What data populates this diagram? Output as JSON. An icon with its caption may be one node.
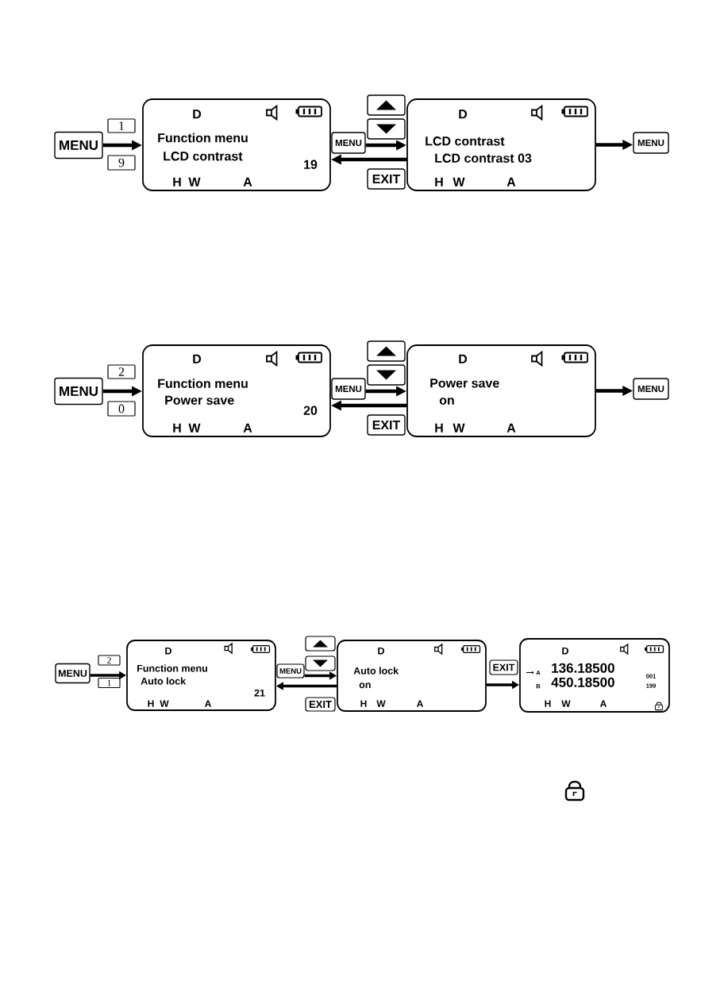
{
  "diagram": {
    "nodes": [
      {
        "text": [
          "MENU"
        ]
      },
      {
        "text": [
          "1"
        ]
      },
      {
        "text": [
          "9"
        ]
      },
      {
        "text": [
          "D",
          "Function menu",
          "LCD contrast",
          "19",
          "H",
          "W",
          "A"
        ]
      },
      {
        "text": [
          "MENU"
        ]
      },
      {
        "text": [],
        "shape": "box"
      },
      {
        "text": [],
        "shape": "box"
      },
      {
        "text": [
          "EXIT"
        ]
      },
      {
        "text": [
          "D",
          "LCD contrast",
          "LCD contrast 03",
          "H",
          "W",
          "A"
        ]
      },
      {
        "text": [
          "MENU"
        ]
      },
      {
        "text": [
          "MENU"
        ]
      },
      {
        "text": [
          "2"
        ]
      },
      {
        "text": [
          "0"
        ]
      },
      {
        "text": [
          "D",
          "Function menu",
          "Power save",
          "20",
          "H",
          "W",
          "A"
        ]
      },
      {
        "text": [
          "MENU"
        ]
      },
      {
        "text": [],
        "shape": "box"
      },
      {
        "text": [],
        "shape": "box"
      },
      {
        "text": [
          "EXIT"
        ]
      },
      {
        "text": [
          "D",
          "Power save",
          "on",
          "H",
          "W",
          "A"
        ]
      },
      {
        "text": [
          "MENU"
        ]
      },
      {
        "text": [
          "MENU"
        ]
      },
      {
        "text": [
          "2"
        ]
      },
      {
        "text": [
          "1"
        ]
      },
      {
        "text": [
          "D",
          "Function menu",
          "Auto lock",
          "21",
          "H",
          "W",
          "A"
        ]
      },
      {
        "text": [
          "MENU"
        ]
      },
      {
        "text": [],
        "shape": "box"
      },
      {
        "text": [],
        "shape": "box"
      },
      {
        "text": [
          "EXIT"
        ]
      },
      {
        "text": [
          "D",
          "Auto lock",
          "on",
          "H",
          "W",
          "A"
        ]
      },
      {
        "text": [
          "EXIT"
        ]
      },
      {
        "text": [
          "D",
          "A",
          "136.18500",
          "001",
          "B",
          "450.18500",
          "199",
          "H",
          "W",
          "A"
        ]
      }
    ],
    "edges": [
      {
        "from": 0,
        "to": 3,
        "arrow": "to"
      },
      {
        "from": 4,
        "to": 8,
        "arrow": "to"
      },
      {
        "from": 8,
        "to": 3,
        "arrow": "to"
      },
      {
        "from": 8,
        "to": 9,
        "arrow": "to"
      },
      {
        "from": 10,
        "to": 13,
        "arrow": "to"
      },
      {
        "from": 14,
        "to": 18,
        "arrow": "to"
      },
      {
        "from": 18,
        "to": 13,
        "arrow": "to"
      },
      {
        "from": 18,
        "to": 19,
        "arrow": "to"
      },
      {
        "from": 20,
        "to": 23,
        "arrow": "to"
      },
      {
        "from": 24,
        "to": 28,
        "arrow": "to"
      },
      {
        "from": 28,
        "to": 23,
        "arrow": "to"
      },
      {
        "from": 28,
        "to": 30,
        "arrow": "to"
      }
    ]
  }
}
